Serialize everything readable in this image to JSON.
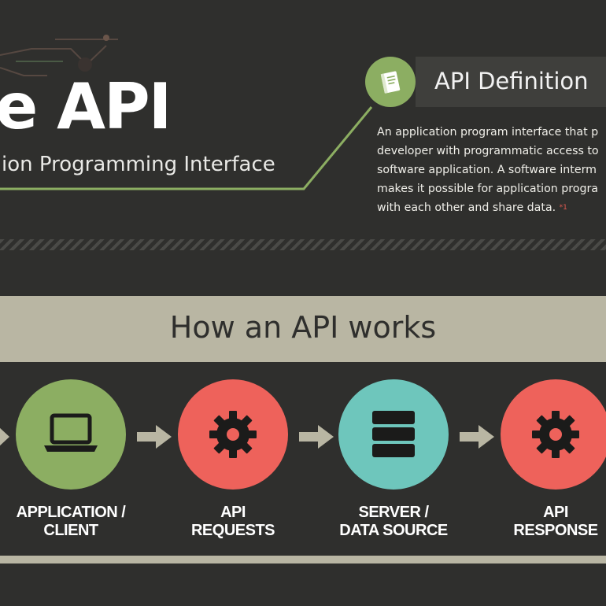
{
  "header": {
    "title": "e API",
    "subtitle": "ion Programming Interface"
  },
  "definition": {
    "icon": "book-icon",
    "heading": "API Definition",
    "lines": [
      "An application program interface that p",
      "developer with programmatic access to",
      "software application. A software interm",
      "makes it possible for application progra",
      "with each other and share data."
    ],
    "footnote": "*1"
  },
  "how_it_works": {
    "title": "How an API works",
    "steps": [
      {
        "line1": "APPLICATION /",
        "line2": "CLIENT",
        "icon": "laptop-icon",
        "color": "#8cae62"
      },
      {
        "line1": "API",
        "line2": "REQUESTS",
        "icon": "gear-icon",
        "color": "#ee625b"
      },
      {
        "line1": "SERVER /",
        "line2": "DATA SOURCE",
        "icon": "server-icon",
        "color": "#6ec6bc"
      },
      {
        "line1": "API",
        "line2": "RESPONSE",
        "icon": "gear-icon",
        "color": "#ee625b"
      }
    ]
  },
  "colors": {
    "background": "#2f2f2d",
    "accent_green": "#8cae62",
    "band": "#b9b6a3",
    "arrow": "#b9b6a3",
    "red": "#ee625b",
    "teal": "#6ec6bc"
  }
}
